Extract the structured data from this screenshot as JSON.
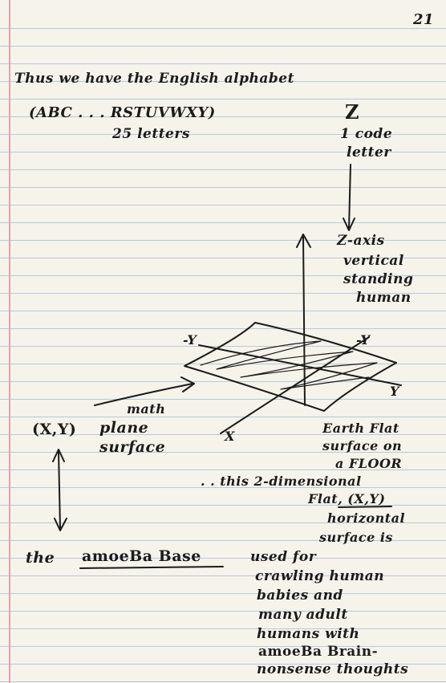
{
  "page_number": "21",
  "line1": "Thus we have the English alphabet",
  "alphabet": "(ABC . . .   RSTUVWXY)",
  "letters_25": "25 letters",
  "z_letter": "Z",
  "code_1": "1 code",
  "code_letter": "letter",
  "zaxis": "Z-axis",
  "vertical": "vertical",
  "standing": "standing",
  "human": "human",
  "neg_y_left": "-Y",
  "neg_y_right": "-Y",
  "y_right": "Y",
  "x_axis": "X",
  "math": "math",
  "plane": "plane",
  "surface": "surface",
  "xy_left": "(X,Y)",
  "earth_flat": "Earth Flat",
  "surface_on": "surface on",
  "a_floor": "a   FLOOR",
  "this_2d": ". . this  2-dimensional",
  "flat_xy": "Flat, (X,Y)",
  "horizontal": "horizontal",
  "surface_is": "surface is",
  "the": "the",
  "amoeba_base": "amoeBa  Base",
  "used_for": "used for",
  "crawling": "crawling human",
  "babies": "babies and",
  "many_adult": "many adult",
  "humans_with": "humans with",
  "amoeba_brain": "amoeBa  Brain-",
  "nonsense": "nonsense thoughts"
}
